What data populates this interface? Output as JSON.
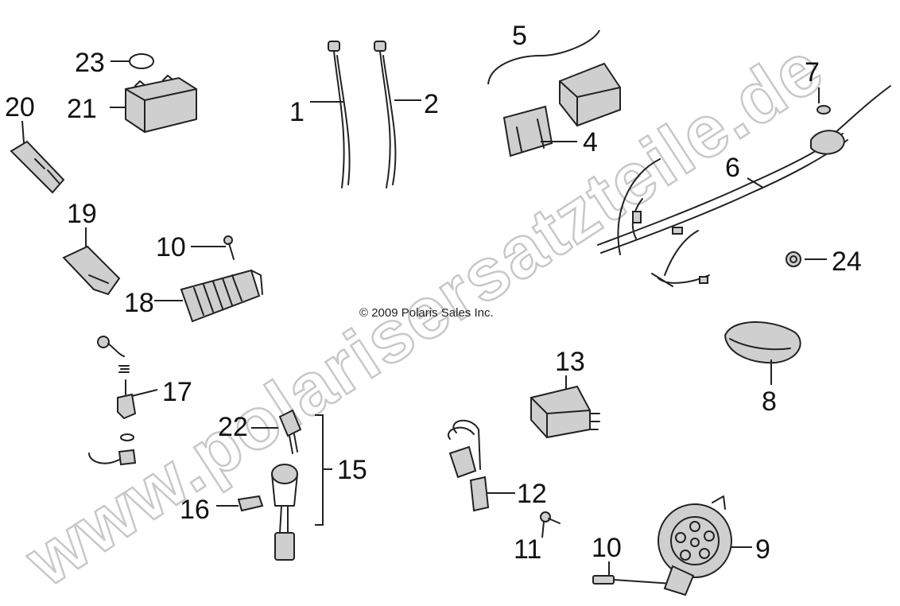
{
  "watermark": "www.polarisersatzteile.de",
  "copyright": "© 2009 Polaris Sales Inc.",
  "callouts": {
    "c1": "1",
    "c2": "2",
    "c4": "4",
    "c5": "5",
    "c6": "6",
    "c7": "7",
    "c8": "8",
    "c9": "9",
    "c10a": "10",
    "c10b": "10",
    "c11": "11",
    "c12": "12",
    "c13": "13",
    "c15": "15",
    "c16": "16",
    "c17": "17",
    "c18": "18",
    "c19": "19",
    "c20": "20",
    "c21": "21",
    "c22": "22",
    "c23": "23",
    "c24": "24"
  }
}
